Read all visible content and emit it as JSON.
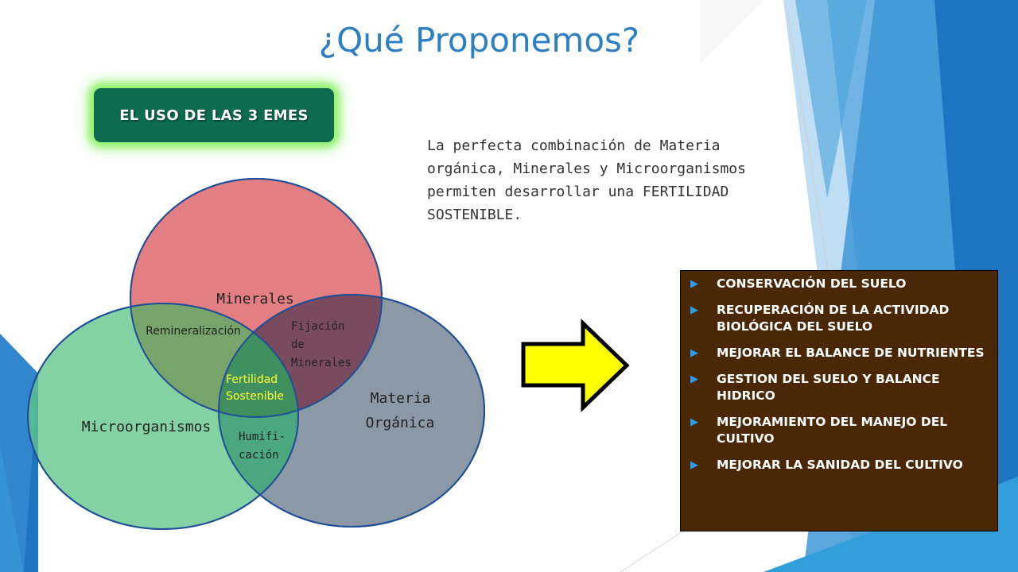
{
  "slide": {
    "title": "¿Qué Proponemos?",
    "tag_button": "EL USO DE LAS 3 EMES",
    "description": "La perfecta combinación de Materia orgánica, Minerales y Microorganismos permiten desarrollar una FERTILIDAD SOSTENIBLE."
  },
  "venn": {
    "circles": [
      {
        "label": "Minerales",
        "color": "#D9545A"
      },
      {
        "label": "Microorganismos",
        "color": "#62C58A"
      },
      {
        "label": "Materia Orgánica",
        "color": "#5E7185"
      }
    ],
    "overlaps": {
      "minerales_micro": "Remineralización",
      "minerales_materia": [
        "Fijación",
        "de",
        "Minerales"
      ],
      "micro_materia": [
        "Humifi-",
        "cación"
      ],
      "center": [
        "Fertilidad",
        "Sostenible"
      ]
    },
    "center_color": "#FFFF33"
  },
  "arrow": {
    "fill": "#FFFF00",
    "stroke": "#000000"
  },
  "benefits": {
    "bullet_icon": "triangle-right-icon",
    "items": [
      "CONSERVACIÓN DEL SUELO",
      "RECUPERACIÓN DE LA ACTIVIDAD BIOLÓGICA DEL SUELO",
      "MEJORAR EL BALANCE DE NUTRIENTES",
      "GESTION DEL SUELO Y BALANCE HIDRICO",
      "MEJORAMIENTO DEL MANEJO DEL CULTIVO",
      "MEJORAR LA SANIDAD DEL CULTIVO"
    ]
  },
  "colors": {
    "title": "#2E7FC1",
    "button_bg": "#0E6B4E",
    "button_glow": "#8EF06A",
    "panel_bg": "#4A2706",
    "accent_blue": "#2E9CE6"
  }
}
